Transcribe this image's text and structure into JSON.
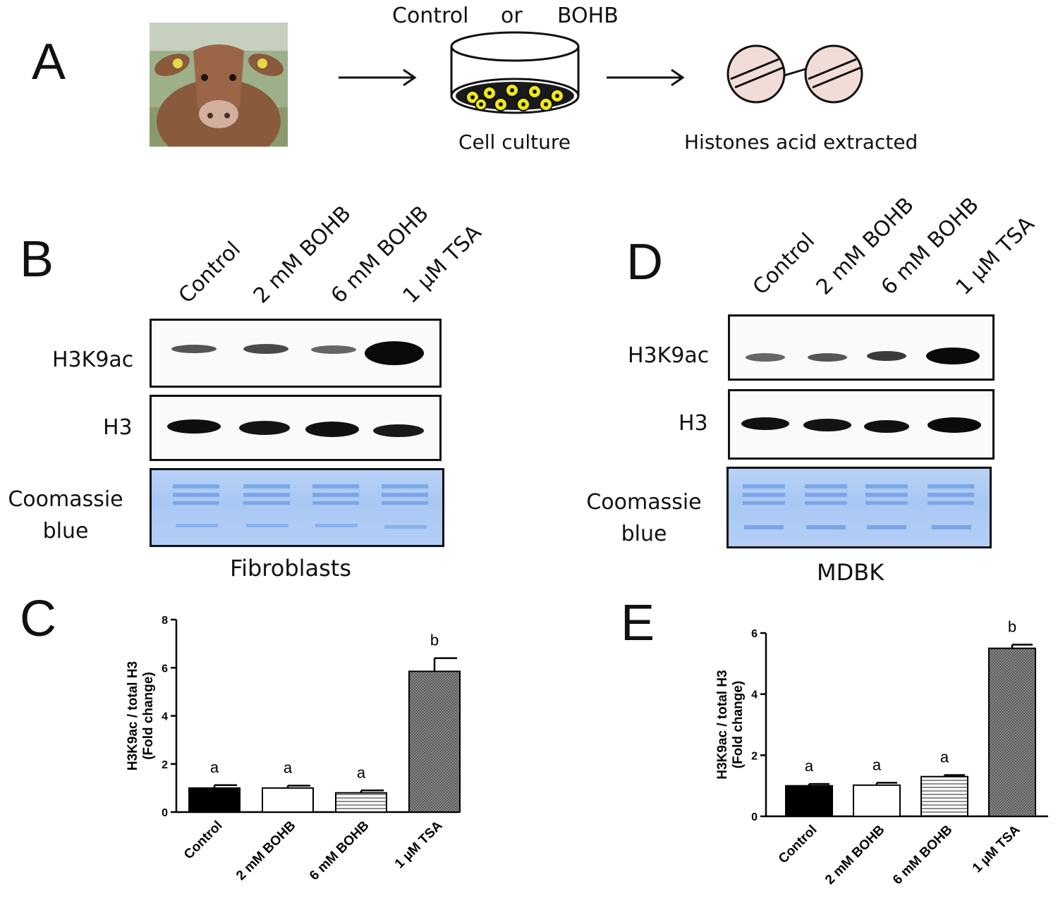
{
  "panel_a": {
    "letter": "A",
    "treatment_control": "Control",
    "treatment_or": "or",
    "treatment_bohb": "BOHB",
    "cell_culture_caption": "Cell culture",
    "histones_caption": "Histones acid extracted"
  },
  "panel_b": {
    "letter": "B",
    "lanes": [
      "Control",
      "2 mM BOHB",
      "6 mM BOHB",
      "1 µM TSA"
    ],
    "row_h3k9ac": "H3K9ac",
    "row_h3": "H3",
    "row_coomassie_1": "Coomassie",
    "row_coomassie_2": "blue",
    "cell_type": "Fibroblasts"
  },
  "panel_d": {
    "letter": "D",
    "lanes": [
      "Control",
      "2 mM BOHB",
      "6 mM BOHB",
      "1 µM TSA"
    ],
    "row_h3k9ac": "H3K9ac",
    "row_h3": "H3",
    "row_coomassie_1": "Coomassie",
    "row_coomassie_2": "blue",
    "cell_type": "MDBK"
  },
  "panel_c": {
    "letter": "C"
  },
  "panel_e": {
    "letter": "E"
  },
  "chart_data": [
    {
      "id": "C",
      "type": "bar",
      "categories": [
        "Control",
        "2 mM BOHB",
        "6 mM BOHB",
        "1 µM TSA"
      ],
      "values": [
        1.0,
        1.0,
        0.8,
        5.85
      ],
      "errors": [
        0.12,
        0.1,
        0.1,
        0.55
      ],
      "letters": [
        "a",
        "a",
        "a",
        "b"
      ],
      "fills": [
        "solid-black",
        "white",
        "horizontal-lines",
        "crosshatch-grey"
      ],
      "ylabel_line1": "H3K9ac / total H3",
      "ylabel_line2": "(Fold change)",
      "ylim": [
        0,
        8
      ],
      "yticks": [
        "0",
        "2",
        "4",
        "6",
        "8"
      ]
    },
    {
      "id": "E",
      "type": "bar",
      "categories": [
        "Control",
        "2 mM BOHB",
        "6 mM BOHB",
        "1 µM TSA"
      ],
      "values": [
        1.0,
        1.02,
        1.3,
        5.5
      ],
      "errors": [
        0.06,
        0.08,
        0.05,
        0.12
      ],
      "letters": [
        "a",
        "a",
        "a",
        "b"
      ],
      "fills": [
        "solid-black",
        "white",
        "horizontal-lines",
        "crosshatch-grey"
      ],
      "ylabel_line1": "H3K9ac / total H3",
      "ylabel_line2": "(Fold change)",
      "ylim": [
        0,
        6
      ],
      "yticks": [
        "0",
        "2",
        "4",
        "6"
      ]
    }
  ]
}
